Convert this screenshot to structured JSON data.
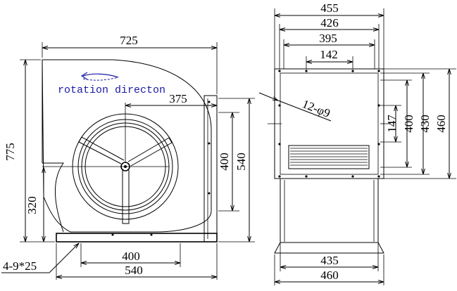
{
  "side_view": {
    "rotation_label": "rotation directon",
    "dims": {
      "overall_width": "725",
      "overall_height": "775",
      "outlet_offset": "375",
      "outlet_inner": "400",
      "outlet_outer": "540",
      "shaft_height": "320",
      "base_inner": "400",
      "base_outer": "540",
      "base_holes": "4-9*25"
    }
  },
  "front_view": {
    "dims": {
      "w455": "455",
      "w426": "426",
      "w395": "395",
      "w142": "142",
      "h147": "147",
      "h400": "400",
      "h430": "430",
      "h460": "460",
      "holes": "12-φ9",
      "base_inner": "435",
      "base_outer": "460"
    }
  },
  "colors": {
    "line": "#000000",
    "label": "#1a1aa6"
  }
}
